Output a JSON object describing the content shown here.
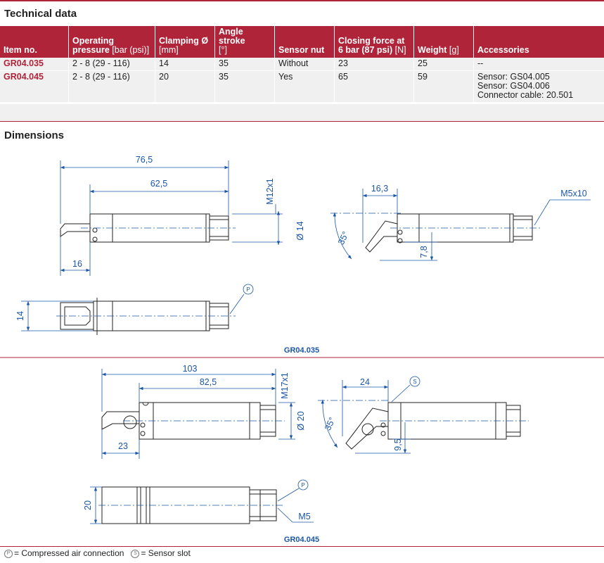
{
  "technical": {
    "title": "Technical data",
    "headers": [
      {
        "label": "Item no.",
        "unit": ""
      },
      {
        "label": "Operating pressure",
        "unit": "[bar (psi)]"
      },
      {
        "label": "Clamping Ø",
        "unit": "[mm]"
      },
      {
        "label": "Angle stroke",
        "unit": "[°]"
      },
      {
        "label": "Sensor nut",
        "unit": ""
      },
      {
        "label": "Closing force at 6 bar (87 psi)",
        "unit": "[N]"
      },
      {
        "label": "Weight",
        "unit": "[g]"
      },
      {
        "label": "Accessories",
        "unit": ""
      }
    ],
    "rows": [
      {
        "item": "GR04.035",
        "pressure": "2 - 8 (29 - 116)",
        "clamping": "14",
        "angle": "35",
        "sensor": "Without",
        "force": "23",
        "weight": "25",
        "acc1": "--",
        "acc2": "",
        "acc3": ""
      },
      {
        "item": "GR04.045",
        "pressure": "2 - 8 (29 - 116)",
        "clamping": "20",
        "angle": "35",
        "sensor": "Yes",
        "force": "65",
        "weight": "59",
        "acc1": "Sensor: GS04.005",
        "acc2": "Sensor: GS04.006",
        "acc3": "Connector cable: 20.501"
      }
    ]
  },
  "dimensions": {
    "title": "Dimensions",
    "part1": {
      "label": "GR04.035",
      "d_76_5": "76,5",
      "d_62_5": "62,5",
      "d_16": "16",
      "d_thread": "M12x1",
      "d_dia": "Ø 14",
      "d_16_3": "16,3",
      "d_m5": "M5x10",
      "d_angle": "35°",
      "d_7_8": "7,8",
      "d_14": "14",
      "p": "P"
    },
    "part2": {
      "label": "GR04.045",
      "d_103": "103",
      "d_82_5": "82,5",
      "d_23": "23",
      "d_thread": "M17x1",
      "d_dia": "Ø 20",
      "d_24": "24",
      "d_angle": "35°",
      "d_9_5": "9,5",
      "d_20": "20",
      "d_m5": "M5",
      "p": "P",
      "s": "S"
    }
  },
  "legend": {
    "p_symbol": "P",
    "p_text": "= Compressed air connection",
    "s_symbol": "S",
    "s_text": "= Sensor slot"
  },
  "colors": {
    "accent": "#b0243a",
    "dimension": "#1a56a6",
    "table_bg": "#f0f0f0"
  }
}
